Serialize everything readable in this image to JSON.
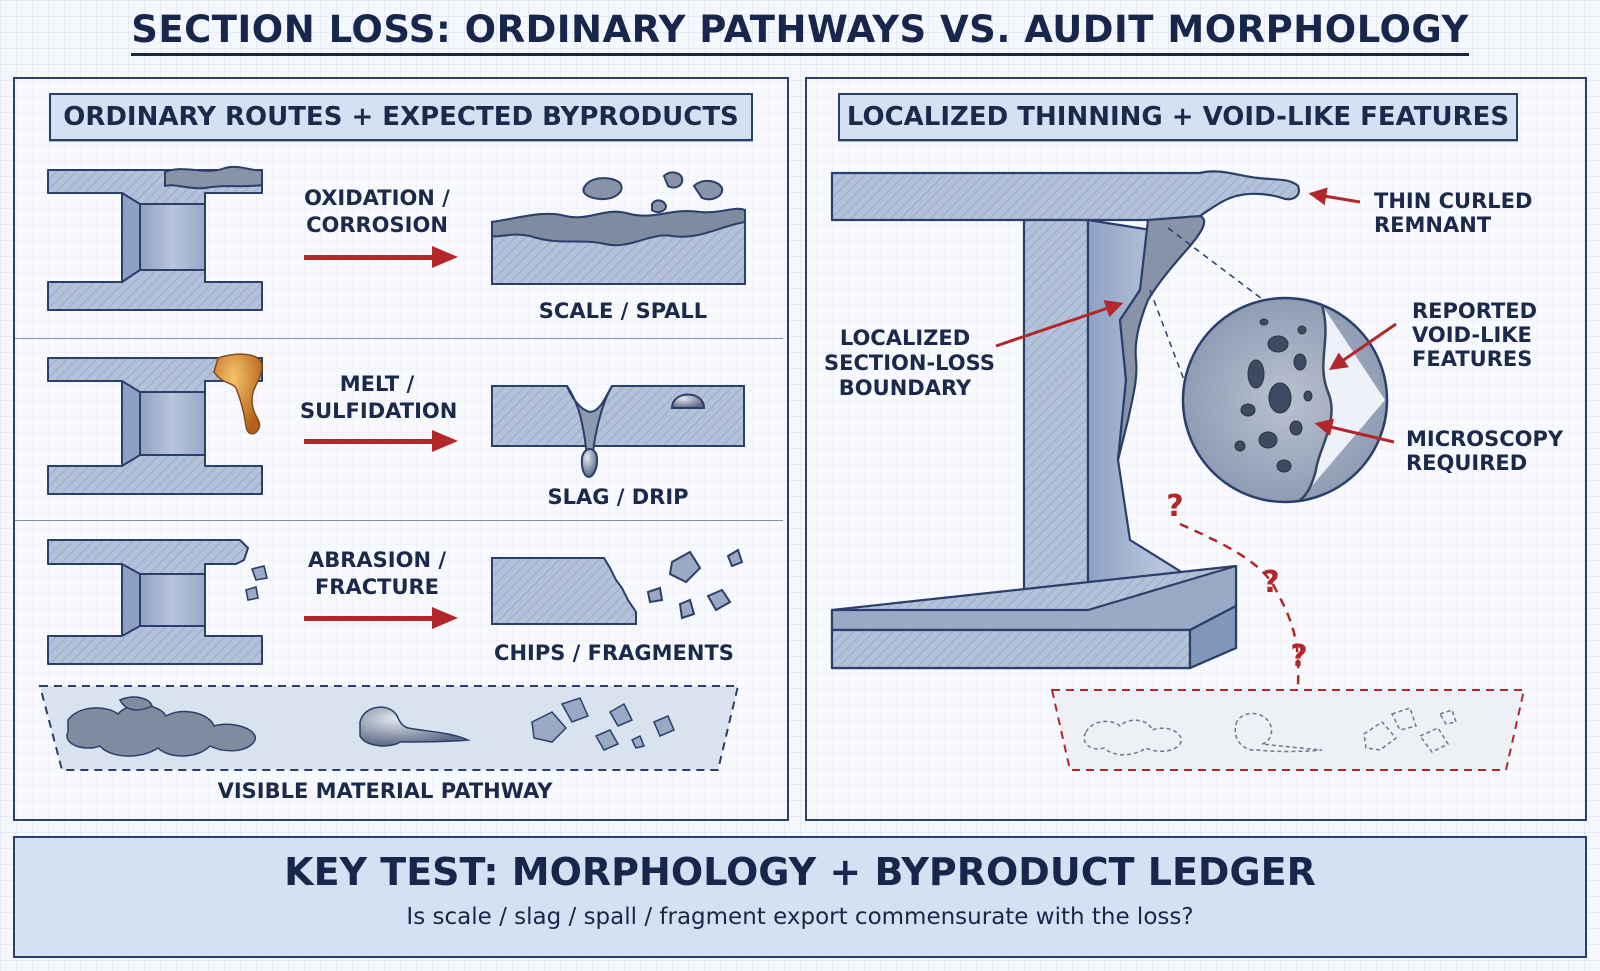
{
  "title": "SECTION LOSS: ORDINARY PATHWAYS VS. AUDIT MORPHOLOGY",
  "left_panel": {
    "header": "ORDINARY ROUTES + EXPECTED BYPRODUCTS",
    "routes": [
      {
        "process_line1": "OXIDATION /",
        "process_line2": "CORROSION",
        "byproduct": "SCALE / SPALL"
      },
      {
        "process_line1": "MELT /",
        "process_line2": "SULFIDATION",
        "byproduct": "SLAG / DRIP"
      },
      {
        "process_line1": "ABRASION /",
        "process_line2": "FRACTURE",
        "byproduct": "CHIPS / FRAGMENTS"
      }
    ],
    "pathway_label": "VISIBLE MATERIAL PATHWAY"
  },
  "right_panel": {
    "header": "LOCALIZED THINNING + VOID-LIKE FEATURES",
    "callouts": {
      "remnant_line1": "THIN CURLED",
      "remnant_line2": "REMNANT",
      "boundary_line1": "LOCALIZED",
      "boundary_line2": "SECTION-LOSS",
      "boundary_line3": "BOUNDARY",
      "voids_line1": "REPORTED",
      "voids_line2": "VOID-LIKE",
      "voids_line3": "FEATURES",
      "microscopy_line1": "MICROSCOPY",
      "microscopy_line2": "REQUIRED"
    },
    "question_mark": "?"
  },
  "key_test": {
    "title": "KEY TEST: MORPHOLOGY + BYPRODUCT LEDGER",
    "subtitle": "Is scale / slag / spall / fragment export commensurate with the loss?"
  },
  "colors": {
    "steel": "#a9b8d3",
    "steel_dark": "#7e91b3",
    "outline": "#2b3f6b",
    "arrow_red": "#b3262a",
    "molten": "#d98a2b",
    "header_fill": "#d3e1f2"
  },
  "icons": [
    "i-beam-icon",
    "arrow-right-icon",
    "debris-icon",
    "magnifier-circle-icon",
    "question-mark-icon"
  ]
}
